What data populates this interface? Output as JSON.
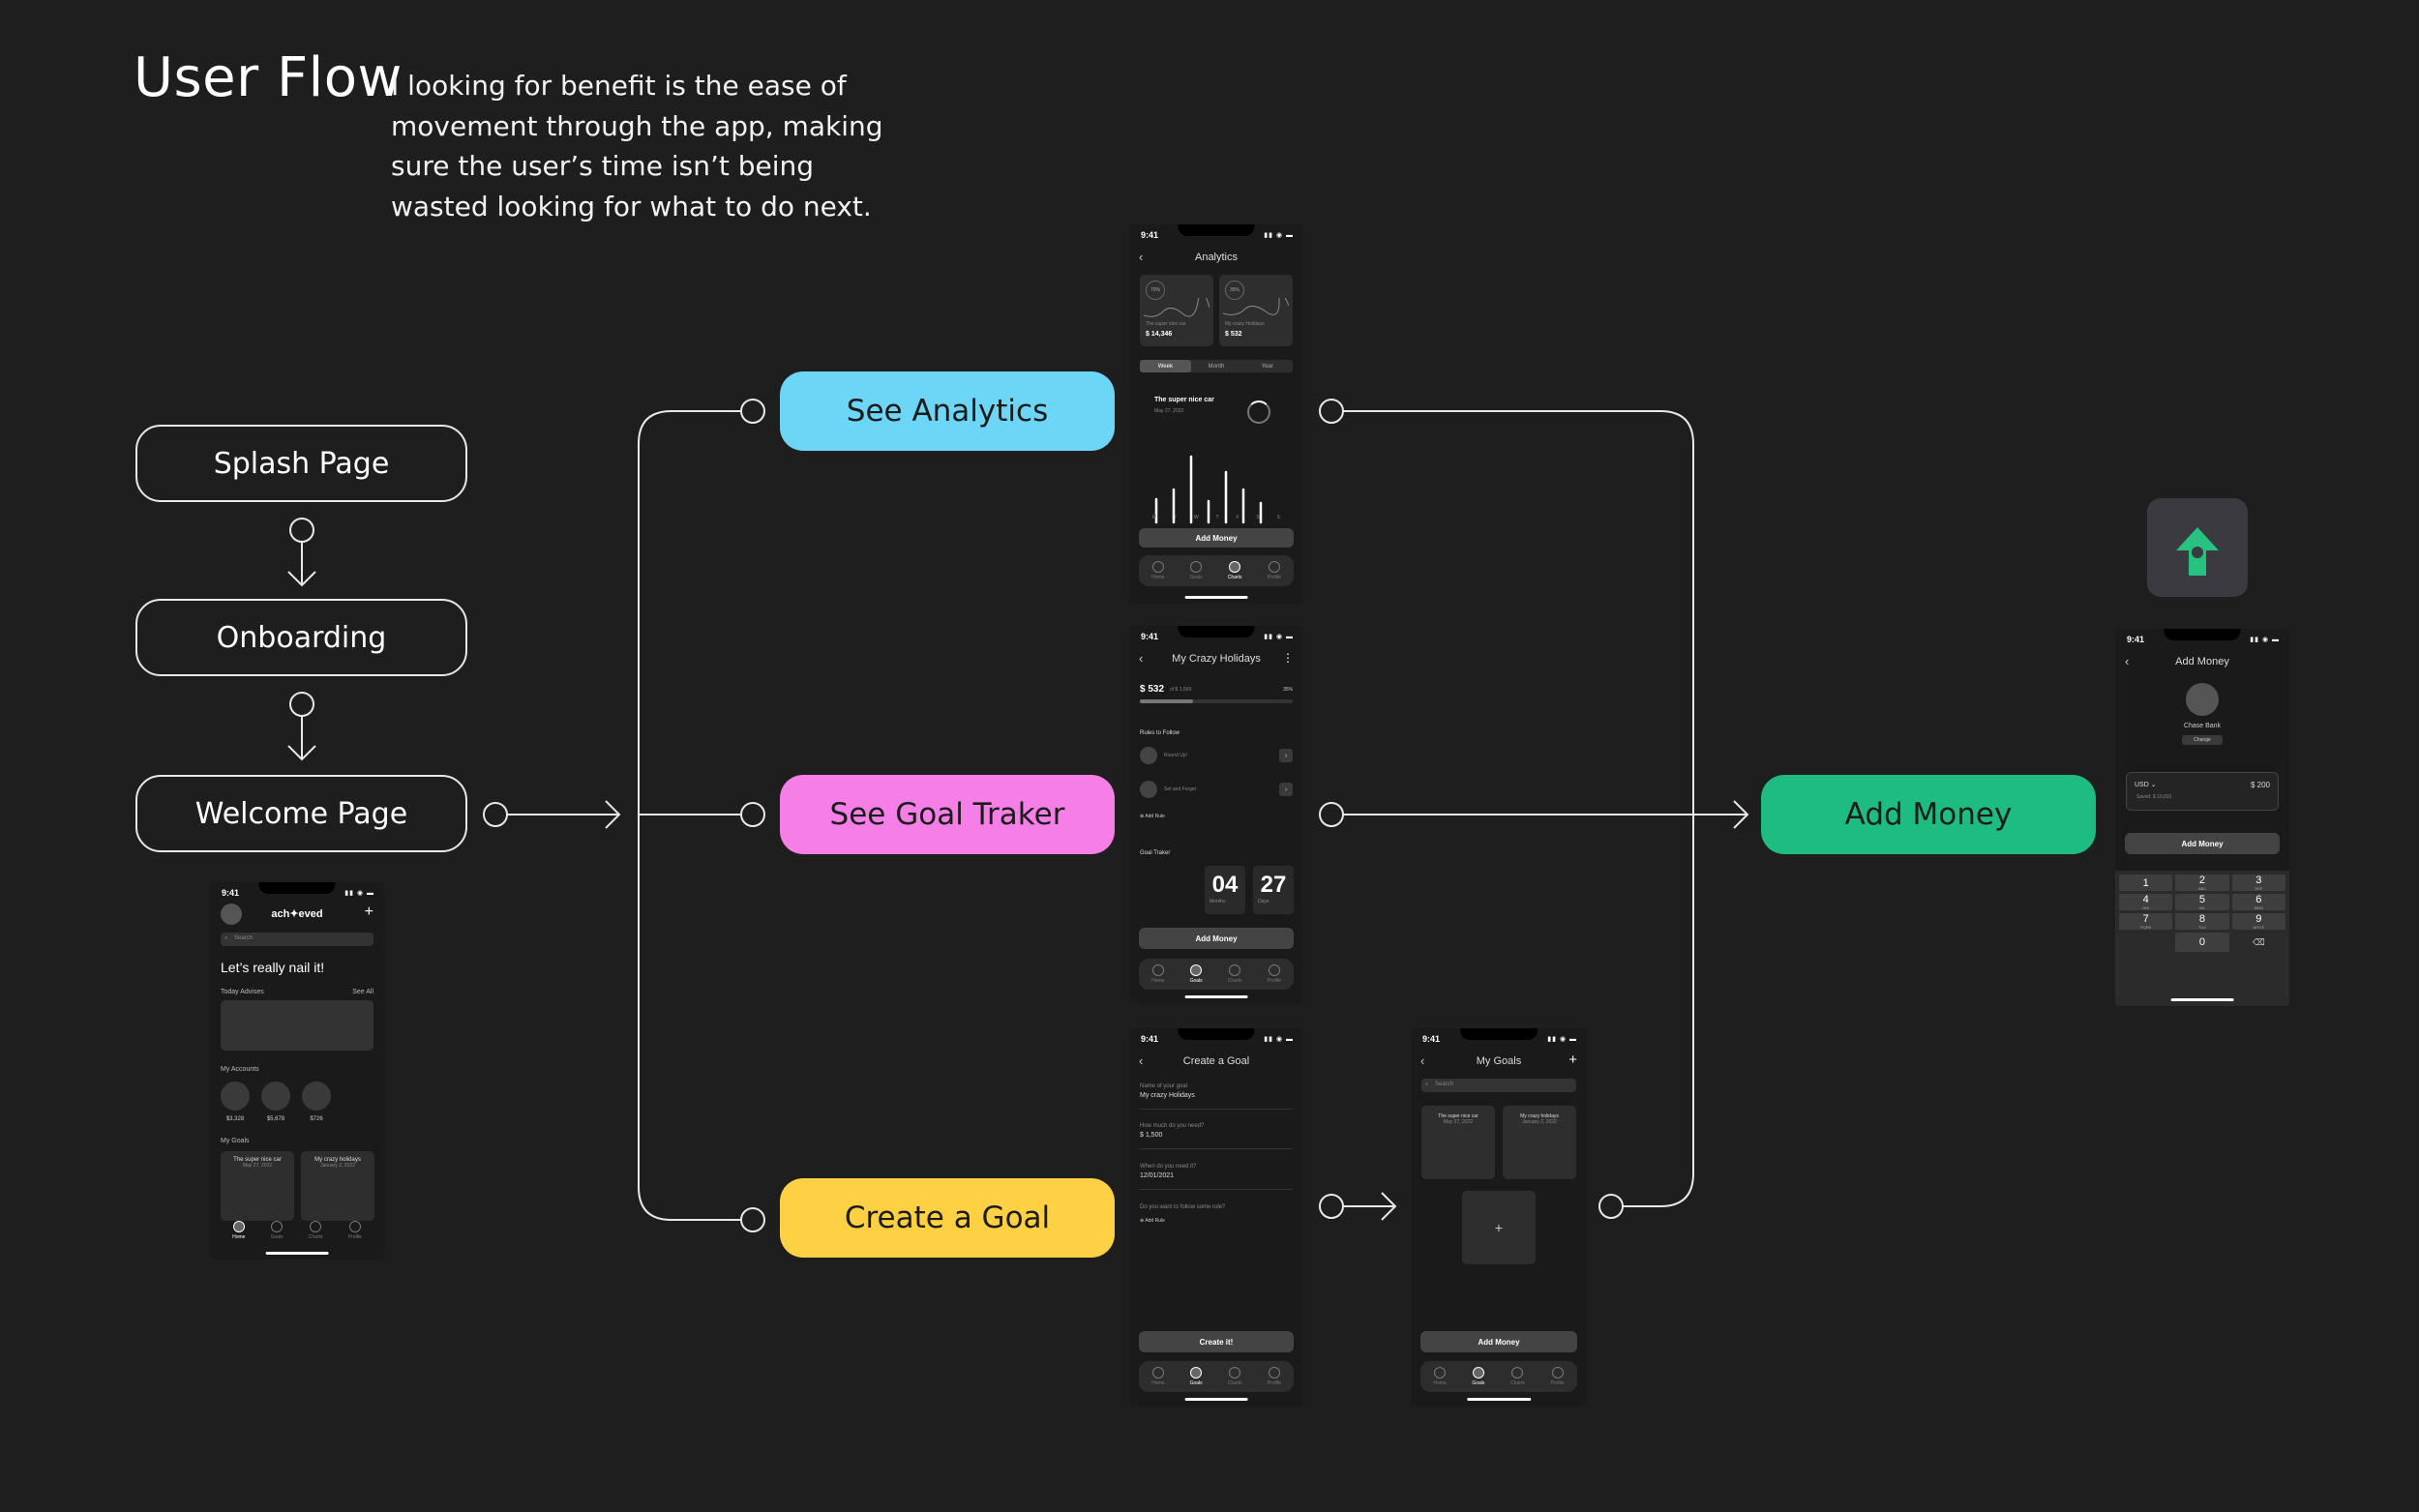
{
  "header": {
    "title": "User Flow",
    "description": "I looking for benefit is the ease of movement through the app, making sure the user’s time isn’t being wasted looking for what to do next."
  },
  "flow": {
    "splash": "Splash Page",
    "onboarding": "Onboarding",
    "welcome": "Welcome Page",
    "see_analytics": "See Analytics",
    "see_goal_traker": "See Goal Traker",
    "create_goal": "Create a Goal",
    "add_money": "Add Money"
  },
  "colors": {
    "background": "#1e1e1e",
    "analytics_pill": "#6dd5f6",
    "goal_pill": "#f57fe6",
    "create_pill": "#fdd143",
    "add_money_pill": "#1ebc80",
    "upload_arrow": "#27c27f",
    "upload_tile": "#3a3a40"
  },
  "icons": {
    "upload": "arrow-up-icon"
  },
  "status_bar": {
    "time": "9:41"
  },
  "tabs": [
    "Home",
    "Goals",
    "Charts",
    "Profile"
  ],
  "welcome_screen": {
    "logo": "ach✦eved",
    "search_placeholder": "Search",
    "headline": "Let’s really nail it!",
    "today_advises": "Today Advises",
    "see_all": "See All",
    "my_accounts": "My Accounts",
    "accounts": [
      "$3,328",
      "$5,678",
      "$726"
    ],
    "my_goals": "My Goals",
    "goals": [
      {
        "name": "The super nice car",
        "date": "May 27, 2022"
      },
      {
        "name": "My crazy holidays",
        "date": "January 2, 2022"
      }
    ]
  },
  "analytics_screen": {
    "title": "Analytics",
    "cards": [
      {
        "pct": "70%",
        "label": "The super nice car",
        "amount": "$ 14,346"
      },
      {
        "pct": "35%",
        "label": "My crazy Holidays",
        "amount": "$ 532"
      }
    ],
    "segments": [
      "Week",
      "Month",
      "Year"
    ],
    "chart_title": "The super nice car",
    "chart_date": "May 27, 2022",
    "days": [
      "M",
      "T",
      "W",
      "T",
      "F",
      "S",
      "S"
    ],
    "button": "Add Money"
  },
  "goal_screen": {
    "title": "My Crazy Holidays",
    "amount": "$ 532",
    "amount_of": "of $ 1,500",
    "percent": "35%",
    "rules_title": "Rules to Follow",
    "rules": [
      "Round Up!",
      "Set and Forget"
    ],
    "add_rule": "Add Rule",
    "tracker_title": "Goal Traker",
    "months_value": "04",
    "months_label": "Months",
    "days_value": "27",
    "days_label": "Days",
    "button": "Add Money"
  },
  "create_screen": {
    "title": "Create a Goal",
    "fields": [
      {
        "label": "Name of your goal",
        "value": "My crazy Holidays"
      },
      {
        "label": "How much do you need?",
        "value": "$ 1,500"
      },
      {
        "label": "When do you need it?",
        "value": "12/01/2021"
      }
    ],
    "rule_question": "Do you want to follow some rule?",
    "add_rule": "Add Rule",
    "button": "Create it!"
  },
  "mygoals_screen": {
    "title": "My Goals",
    "search_placeholder": "Search",
    "goals": [
      {
        "name": "The super nice car",
        "date": "May 27, 2022"
      },
      {
        "name": "My crazy holidays",
        "date": "January 2, 2022"
      }
    ],
    "add_symbol": "+",
    "button": "Add Money"
  },
  "addmoney_screen": {
    "title": "Add Money",
    "bank": "Chase Bank",
    "change": "Change",
    "currency": "USD",
    "amount": "$ 200",
    "saved": "Saved: $ 10,831",
    "button": "Add Money",
    "keys": [
      {
        "n": "1",
        "l": ""
      },
      {
        "n": "2",
        "l": "ABC"
      },
      {
        "n": "3",
        "l": "DEF"
      },
      {
        "n": "4",
        "l": "GHI"
      },
      {
        "n": "5",
        "l": "JKL"
      },
      {
        "n": "6",
        "l": "MNO"
      },
      {
        "n": "7",
        "l": "PQRS"
      },
      {
        "n": "8",
        "l": "TUV"
      },
      {
        "n": "9",
        "l": "WXYZ"
      }
    ],
    "zero": "0",
    "delete": "⌫"
  }
}
